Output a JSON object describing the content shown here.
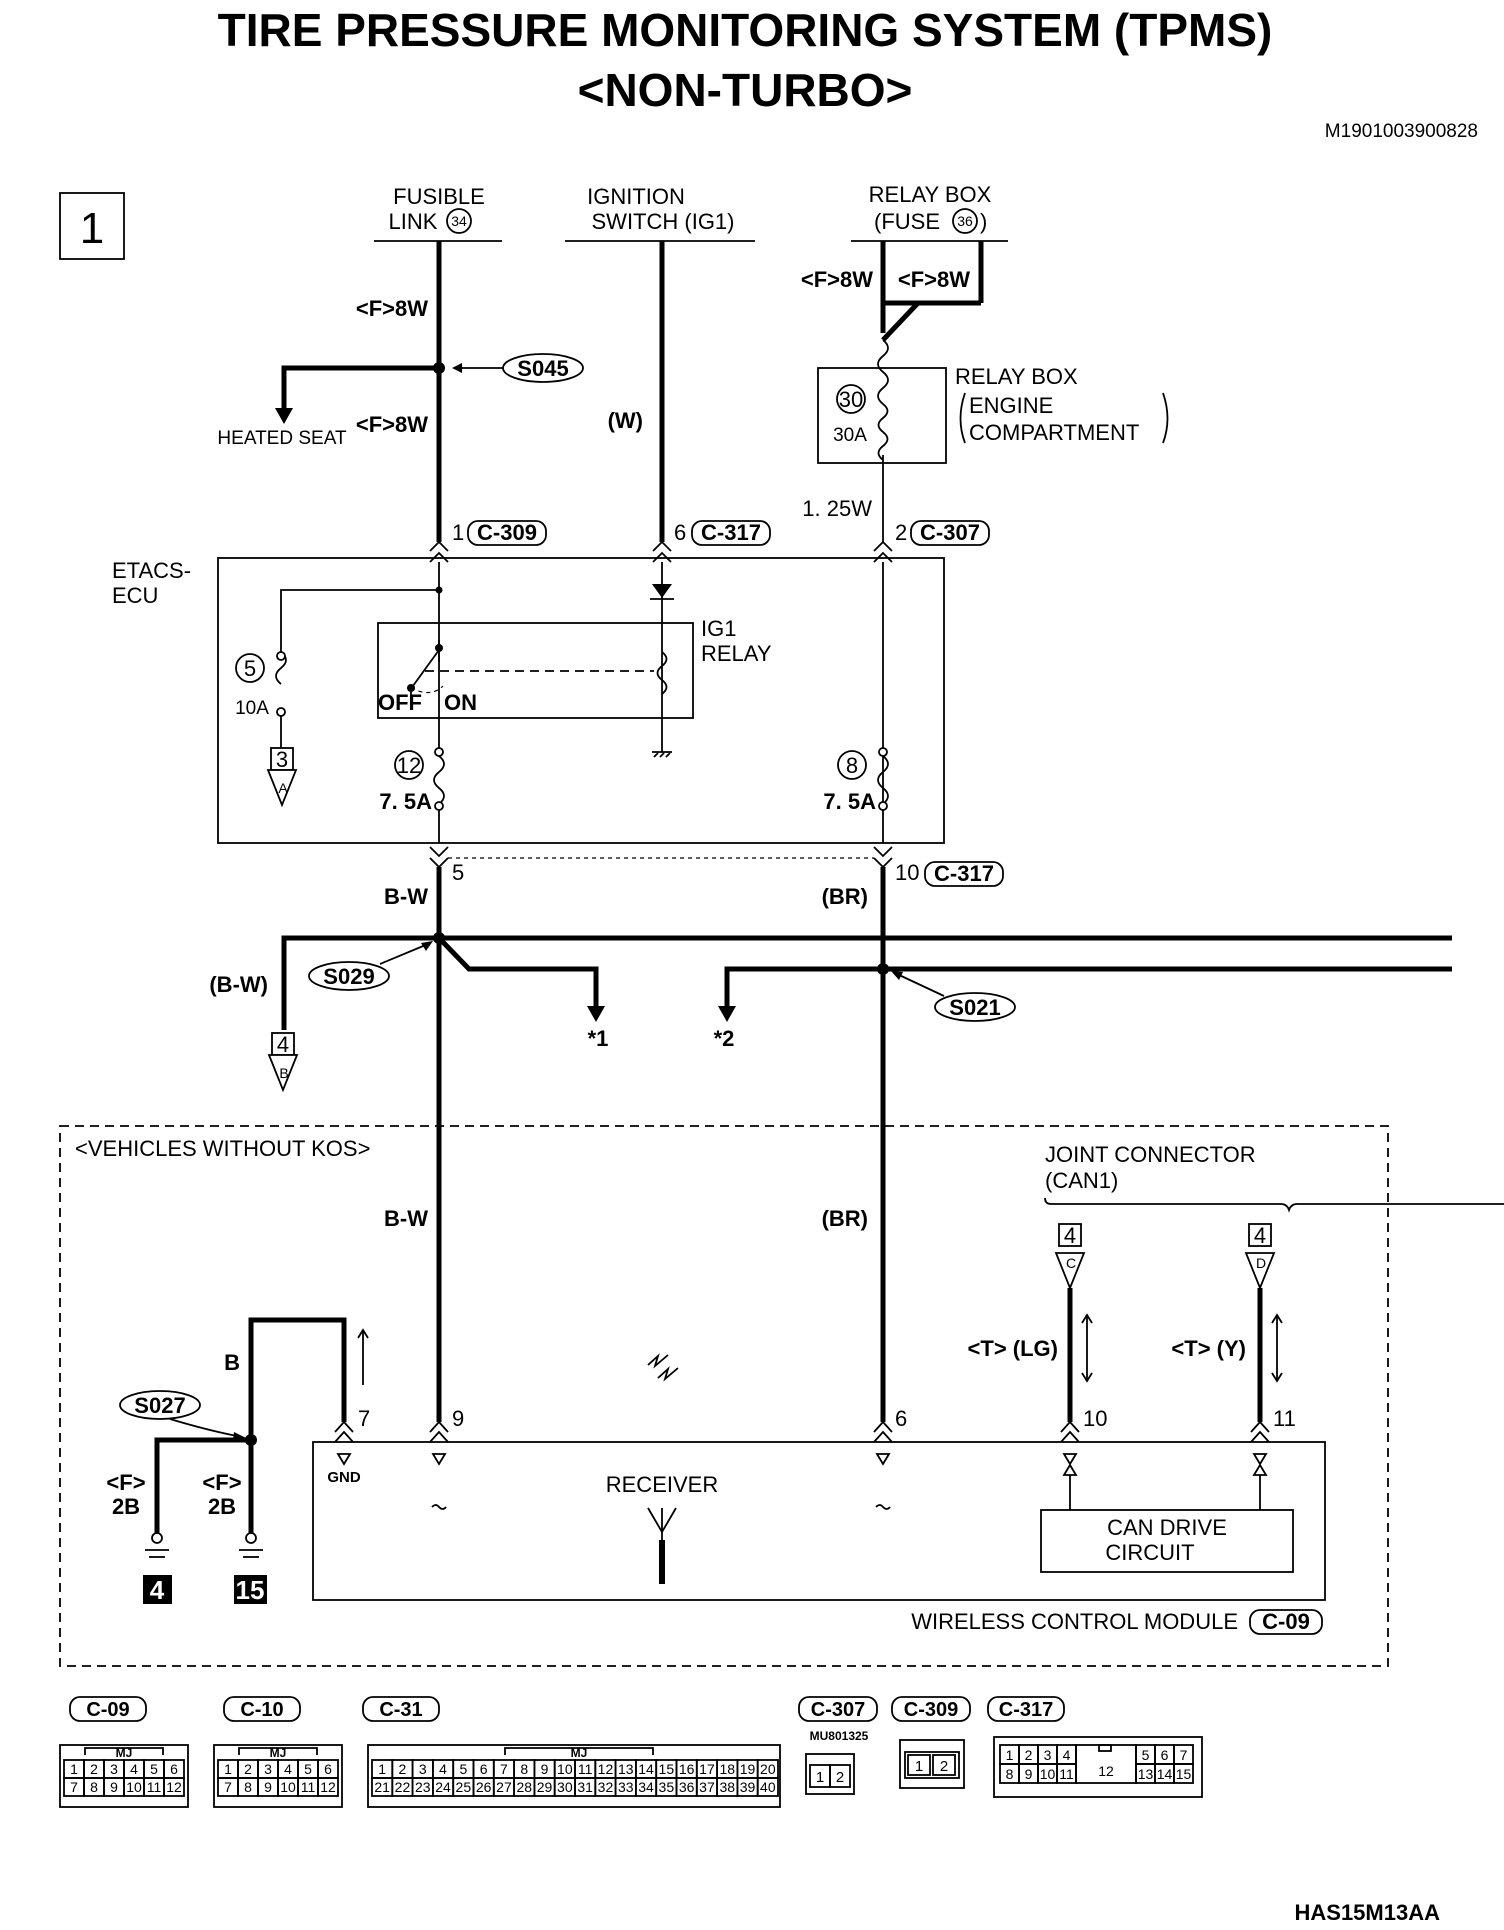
{
  "title": {
    "line1": "TIRE PRESSURE MONITORING SYSTEM (TPMS)",
    "line2": "<NON-TURBO>",
    "code": "M1901003900828"
  },
  "page_number": "1",
  "sources": {
    "fusible_link_l1": "FUSIBLE",
    "fusible_link_l2": "LINK",
    "fusible_link_num": "34",
    "ignition_l1": "IGNITION",
    "ignition_l2": "SWITCH (IG1)",
    "relay_box_l1": "RELAY BOX",
    "relay_box_l2a": "(FUSE",
    "relay_box_num": "36",
    "relay_box_l2b": ")"
  },
  "wires": {
    "fusible_8w_a": "<F>8W",
    "fusible_8w_b": "<F>8W",
    "relay_8w_a": "<F>8W",
    "relay_8w_b": "<F>8W",
    "ign_w": "(W)",
    "relay_125w": "1. 25W",
    "bw_top": "B-W",
    "br_top": "(BR)",
    "bw_branch": "(B-W)",
    "bw_module": "B-W",
    "br_module": "(BR)",
    "gnd_b": "B",
    "gnd_2b_a1": "<F>",
    "gnd_2b_a2": "2B",
    "gnd_2b_b1": "<F>",
    "gnd_2b_b2": "2B",
    "can_lg": "<T> (LG)",
    "can_y": "<T> (Y)"
  },
  "splices": {
    "s045": "S045",
    "s029": "S029",
    "s021": "S021",
    "s027": "S027"
  },
  "heated_seat": "HEATED SEAT",
  "relay_box_engine": {
    "l1": "RELAY BOX",
    "l2": "ENGINE",
    "l3": "COMPARTMENT",
    "fuse_num": "30",
    "fuse_rating": "30A"
  },
  "etacs": {
    "l1": "ETACS-",
    "l2": "ECU",
    "pin1": "1",
    "conn1": "C-309",
    "pin6": "6",
    "conn6": "C-317",
    "pin2": "2",
    "conn2": "C-307",
    "relay_l1": "IG1",
    "relay_l2": "RELAY",
    "off": "OFF",
    "on": "ON",
    "fuse5_num": "5",
    "fuse5_rating": "10A",
    "fuse12_num": "12",
    "fuse12_rating": "7. 5A",
    "fuse8_num": "8",
    "fuse8_rating": "7. 5A",
    "pin5": "5",
    "pin10": "10",
    "conn10": "C-317"
  },
  "refs": {
    "a_num": "3",
    "a_letter": "A",
    "b_num": "4",
    "b_letter": "B",
    "c_num": "4",
    "c_letter": "C",
    "d_num": "4",
    "d_letter": "D",
    "star1": "*1",
    "star2": "*2"
  },
  "module": {
    "region_label": "<VEHICLES WITHOUT KOS>",
    "joint_l1": "JOINT CONNECTOR",
    "joint_l2": "(CAN1)",
    "pin7": "7",
    "pin9": "9",
    "pin6": "6",
    "pin10": "10",
    "pin11": "11",
    "gnd": "GND",
    "receiver": "RECEIVER",
    "can_l1": "CAN DRIVE",
    "can_l2": "CIRCUIT",
    "name": "WIRELESS CONTROL MODULE",
    "conn": "C-09",
    "ground4": "4",
    "ground15": "15"
  },
  "connectors": {
    "c09": {
      "label": "C-09",
      "tag": "MJ",
      "row1": [
        "1",
        "2",
        "3",
        "4",
        "5",
        "6"
      ],
      "row2": [
        "7",
        "8",
        "9",
        "10",
        "11",
        "12"
      ]
    },
    "c10": {
      "label": "C-10",
      "tag": "MJ",
      "row1": [
        "1",
        "2",
        "3",
        "4",
        "5",
        "6"
      ],
      "row2": [
        "7",
        "8",
        "9",
        "10",
        "11",
        "12"
      ]
    },
    "c31": {
      "label": "C-31",
      "tag": "MJ",
      "row1": [
        "1",
        "2",
        "3",
        "4",
        "5",
        "6",
        "7",
        "8",
        "9",
        "10",
        "11",
        "12",
        "13",
        "14",
        "15",
        "16",
        "17",
        "18",
        "19",
        "20"
      ],
      "row2": [
        "21",
        "22",
        "23",
        "24",
        "25",
        "26",
        "27",
        "28",
        "29",
        "30",
        "31",
        "32",
        "33",
        "34",
        "35",
        "36",
        "37",
        "38",
        "39",
        "40"
      ]
    },
    "c307": {
      "label": "C-307",
      "part": "MU801325",
      "pins": [
        "1",
        "2"
      ]
    },
    "c309": {
      "label": "C-309",
      "pins": [
        "1",
        "2"
      ]
    },
    "c317": {
      "label": "C-317",
      "row1a": [
        "1",
        "2",
        "3",
        "4"
      ],
      "row1b": [
        "5",
        "6",
        "7"
      ],
      "row2a": [
        "8",
        "9",
        "10",
        "11"
      ],
      "row2b": [
        "13",
        "14",
        "15"
      ],
      "center": "12"
    }
  },
  "footer_code": "HAS15M13AA"
}
